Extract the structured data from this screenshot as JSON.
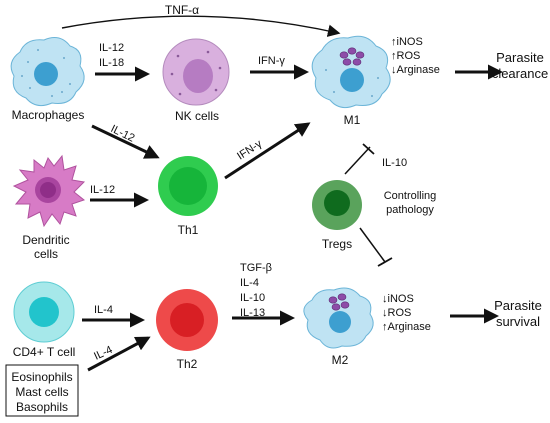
{
  "cells": {
    "macrophages": "Macrophages",
    "nk_cells": "NK cells",
    "m1": "M1",
    "dendritic_line1": "Dendritic",
    "dendritic_line2": "cells",
    "th1": "Th1",
    "tregs": "Tregs",
    "cd4": "CD4+ T cell",
    "th2": "Th2",
    "m2": "M2"
  },
  "signals": {
    "tnf_alpha": "TNF-α",
    "il12_a": "IL-12",
    "il18": "IL-18",
    "ifn_gamma_nk": "IFN-γ",
    "il12_diag": "IL-12",
    "il12_dc": "IL-12",
    "ifn_gamma_th1": "IFN-γ",
    "il10_tregs": "IL-10",
    "il4_cd4": "IL-4",
    "il4_eos": "IL-4",
    "tgf_beta": "TGF-β",
    "il4_th2": "IL-4",
    "il10_th2": "IL-10",
    "il13": "IL-13"
  },
  "m1_markers": [
    "↑iNOS",
    "↑ROS",
    "↓Arginase"
  ],
  "m2_markers": [
    "↓iNOS",
    "↓ROS",
    "↑Arginase"
  ],
  "outcomes": {
    "clearance_line1": "Parasite",
    "clearance_line2": "clearance",
    "survival_line1": "Parasite",
    "survival_line2": "survival"
  },
  "tregs_note_line1": "Controlling",
  "tregs_note_line2": "pathology",
  "granulocytes": [
    "Eosinophils",
    "Mast cells",
    "Basophils"
  ],
  "colors": {
    "macrophage_fill": "#bfe3f3",
    "macrophage_nucleus": "#3d9fd0",
    "nk_fill": "#d9b0de",
    "nk_nucleus": "#b67cc2",
    "dendritic_fill": "#d77bc6",
    "dendritic_nucleus": "#8f2e88",
    "th1_fill": "#2fcc4f",
    "th1_nucleus": "#16b53a",
    "tregs_fill": "#5aa35c",
    "tregs_nucleus": "#0f6b1e",
    "cd4_fill": "#a6e8ea",
    "cd4_nucleus": "#22c4cc",
    "th2_fill": "#ee4a4a",
    "th2_nucleus": "#d81f24",
    "parasite": "#8d4ca8"
  }
}
